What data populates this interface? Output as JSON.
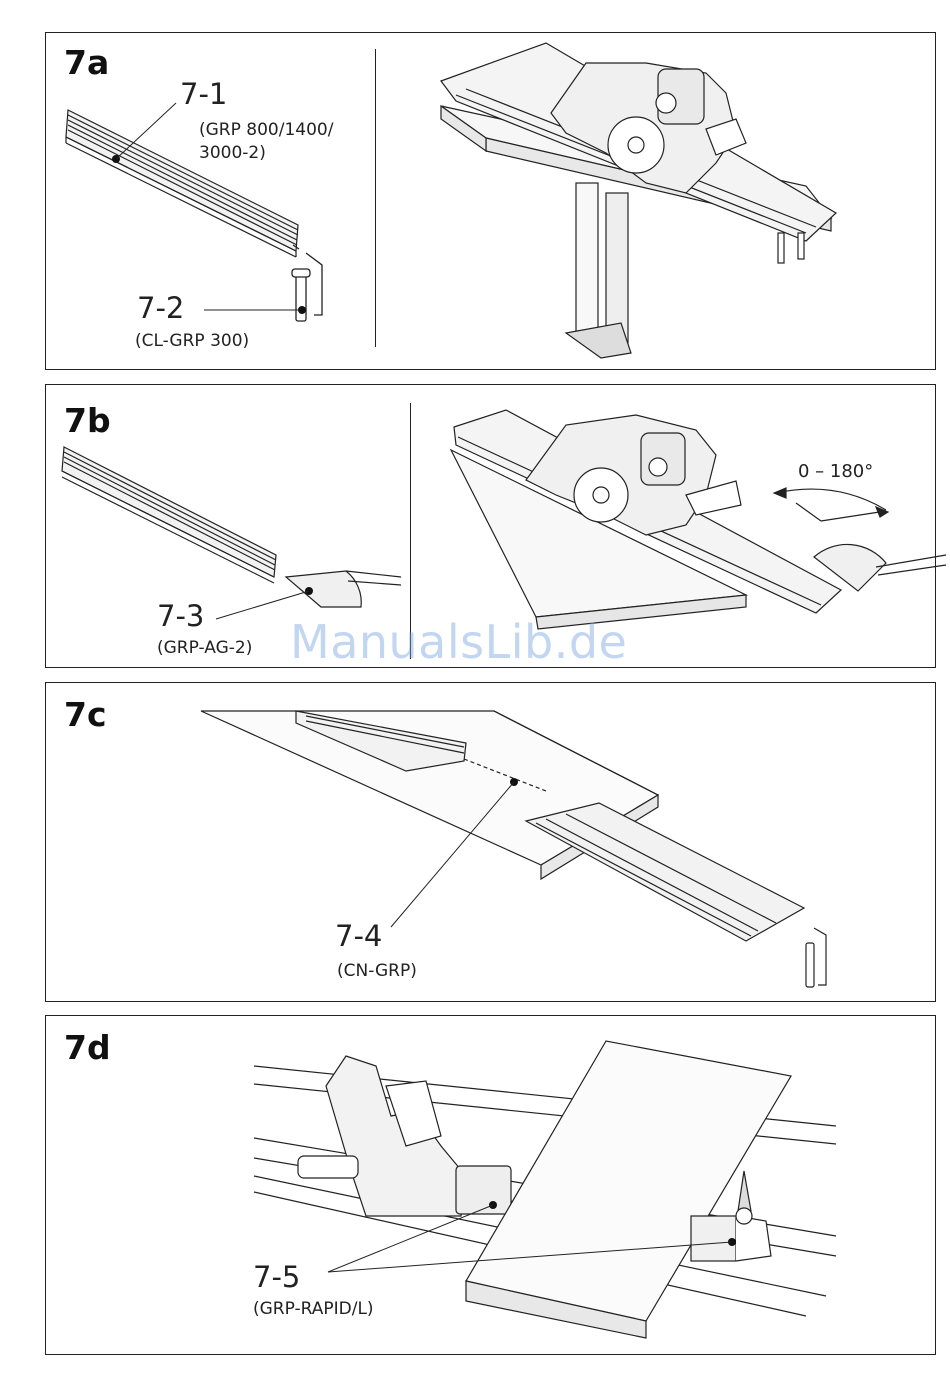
{
  "panels": [
    {
      "label": "7a",
      "callouts": [
        {
          "number": "7-1",
          "desc": [
            "(GRP 800/1400/",
            "3000-2)"
          ]
        },
        {
          "number": "7-2",
          "desc": [
            "(CL-GRP 300)"
          ]
        }
      ]
    },
    {
      "label": "7b",
      "callouts": [
        {
          "number": "7-3",
          "desc": [
            "(GRP-AG-2)"
          ]
        }
      ],
      "angle": "0 – 180°"
    },
    {
      "label": "7c",
      "callouts": [
        {
          "number": "7-4",
          "desc": [
            "(CN-GRP)"
          ]
        }
      ]
    },
    {
      "label": "7d",
      "callouts": [
        {
          "number": "7-5",
          "desc": [
            "(GRP-RAPID/L)"
          ]
        }
      ]
    }
  ],
  "watermark": "ManualsLib.de"
}
